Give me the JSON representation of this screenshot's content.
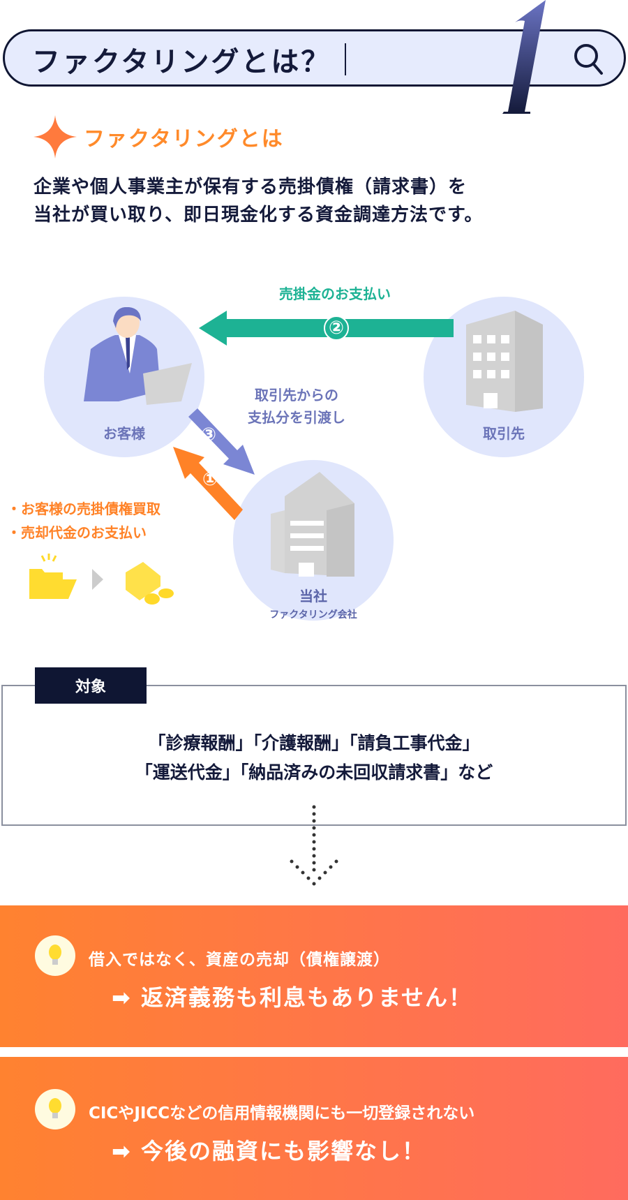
{
  "search": {
    "query": "ファクタリングとは？",
    "number_mark": "1"
  },
  "section": {
    "heading": "ファクタリングとは",
    "description_lines": [
      "企業や個人事業主が保有する売掛債権（請求書）を",
      "当社が買い取り、即日現金化する資金調達方法です。"
    ]
  },
  "diagram": {
    "customer": "お客様",
    "client": "取引先",
    "company": "当社",
    "company_sub": "ファクタリング会社",
    "arrow2_label": "売掛金のお支払い",
    "arrow2_num": "②",
    "arrow3_label_lines": [
      "取引先からの",
      "支払分を引渡し"
    ],
    "arrow3_num": "③",
    "arrow1_num": "①",
    "step1_lines": [
      "・お客様の売掛債権買取",
      "・売却代金のお支払い"
    ],
    "colors": {
      "green": "#1db294",
      "purple": "#7b86d4",
      "orange": "#ff8227"
    }
  },
  "target": {
    "tab": "対象",
    "lines": [
      "「診療報酬」「介護報酬」「請負工事代金」",
      "「運送代金」「納品済みの未回収請求書」など"
    ]
  },
  "benefits": [
    {
      "line1": "借入ではなく、資産の売却（債権譲渡）",
      "line2": "返済義務も利息もありません！"
    },
    {
      "line1": "CICやJICCなどの信用情報機関にも一切登録されない",
      "line2": "今後の融資にも影響なし！"
    }
  ]
}
